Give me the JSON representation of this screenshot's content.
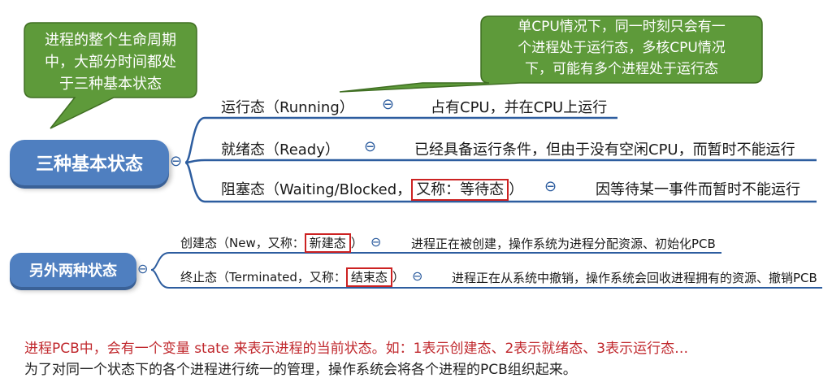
{
  "callouts": {
    "left": "进程的整个生命周期中，大部分时间都处于三种基本状态",
    "left_lines": [
      "进程的整个生命周期",
      "中，大部分时间都处",
      "于三种基本状态"
    ],
    "right_lines": [
      "单CPU情况下，同一时刻只会有一",
      "个进程处于运行态，多核CPU情况",
      "下，可能有多个进程处于运行态"
    ]
  },
  "root1": {
    "label": "三种基本状态",
    "branches": [
      {
        "label": "运行态（Running）",
        "desc": "占有CPU，并在CPU上运行"
      },
      {
        "label": "就绪态（Ready）",
        "desc": "已经具备运行条件，但由于没有空闲CPU，而暂时不能运行"
      },
      {
        "label": "阻塞态（Waiting/Blocked，",
        "alias": "又称：等待态",
        "close": "）",
        "desc": "因等待某一事件而暂时不能运行"
      }
    ]
  },
  "root2": {
    "label": "另外两种状态",
    "branches": [
      {
        "label": "创建态（New，又称：",
        "alias": "新建态",
        "close": "）",
        "desc": "进程正在被创建，操作系统为进程分配资源、初始化PCB"
      },
      {
        "label": "终止态（Terminated，又称：",
        "alias": "结束态",
        "close": "）",
        "desc": "进程正在从系统中撤销，操作系统会回收进程拥有的资源、撤销PCB"
      }
    ]
  },
  "collapse_symbol": "⊖",
  "bottom": {
    "line1": "进程PCB中，会有一个变量 state 来表示进程的当前状态。如：1表示创建态、2表示就绪态、3表示运行态…",
    "line2": "为了对同一个状态下的各个进程进行统一的管理，操作系统会将各个进程的PCB组织起来。"
  },
  "colors": {
    "callout_green": "#5e9a3a",
    "node_blue": "#4f7fc0",
    "line_blue": "#2d5d9f",
    "highlight_red": "#cc2222",
    "text_red": "#c0282d"
  }
}
